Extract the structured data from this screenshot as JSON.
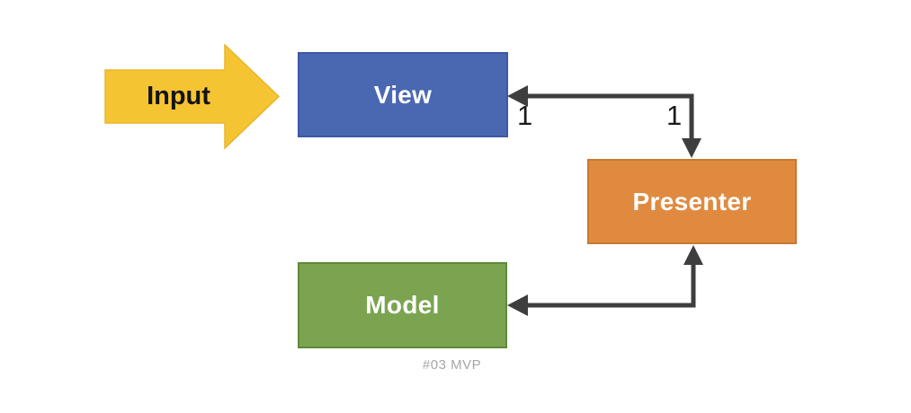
{
  "diagram": {
    "caption": "#03 MVP",
    "caption_color": "#a6a6a6",
    "line_color": "#3e3e3e",
    "input_arrow": {
      "label": "Input",
      "fill": "#f5c433",
      "border": "#e9b52b",
      "text_color": "#141414"
    },
    "nodes": {
      "view": {
        "label": "View",
        "fill": "#4a68b1",
        "border": "#3d57a8"
      },
      "presenter": {
        "label": "Presenter",
        "fill": "#e08a40",
        "border": "#c87933"
      },
      "model": {
        "label": "Model",
        "fill": "#7ba451",
        "border": "#5d8a39"
      }
    },
    "connectors": {
      "presenter_view": {
        "from": "Presenter",
        "to": "View",
        "style": "double-arrow-elbow",
        "multiplicity_view_end": "1",
        "multiplicity_presenter_end": "1"
      },
      "presenter_model": {
        "from": "Presenter",
        "to": "Model",
        "style": "double-arrow-elbow"
      }
    }
  }
}
